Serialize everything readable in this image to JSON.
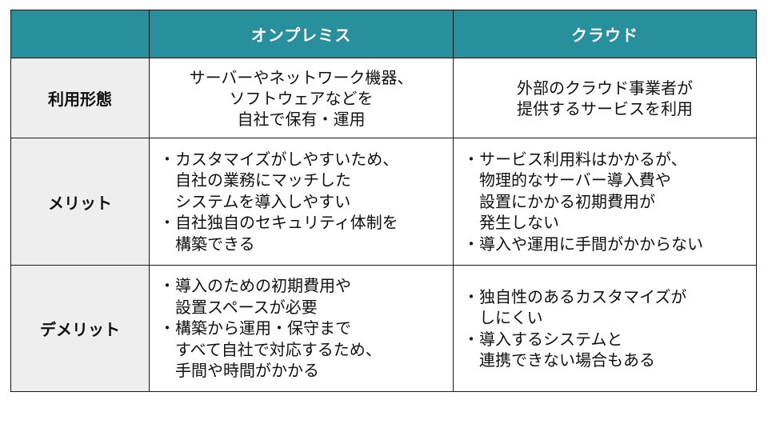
{
  "table": {
    "header": {
      "corner": "",
      "col1": "オンプレミス",
      "col2": "クラウド"
    },
    "colors": {
      "header_bg": "#27909c",
      "header_text": "#ffffff",
      "rowhead_bg": "#eeeeee",
      "border": "#1a1a1a"
    },
    "rows": [
      {
        "label": "利用形態",
        "onpremise": {
          "lines": [
            "サーバーやネットワーク機器、",
            "ソフトウェアなどを",
            "自社で保有・運用"
          ]
        },
        "cloud": {
          "lines": [
            "外部のクラウド事業者が",
            "提供するサービスを利用"
          ]
        }
      },
      {
        "label": "メリット",
        "onpremise": {
          "bullet": "・",
          "items": [
            {
              "lines": [
                "カスタマイズがしやすいため、",
                "自社の業務にマッチした",
                "システムを導入しやすい"
              ]
            },
            {
              "lines": [
                "自社独自のセキュリティ体制を",
                "構築できる"
              ]
            }
          ]
        },
        "cloud": {
          "bullet": "・",
          "items": [
            {
              "lines": [
                "サービス利用料はかかるが、",
                "物理的なサーバー導入費や",
                "設置にかかる初期費用が",
                "発生しない"
              ]
            },
            {
              "lines": [
                "導入や運用に手間がかからない"
              ]
            }
          ]
        }
      },
      {
        "label": "デメリット",
        "onpremise": {
          "bullet": "・",
          "items": [
            {
              "lines": [
                "導入のための初期費用や",
                "設置スペースが必要"
              ]
            },
            {
              "lines": [
                "構築から運用・保守まで",
                "すべて自社で対応するため、",
                "手間や時間がかかる"
              ]
            }
          ]
        },
        "cloud": {
          "bullet": "・",
          "items": [
            {
              "lines": [
                "独自性のあるカスタマイズが",
                "しにくい"
              ]
            },
            {
              "lines": [
                "導入するシステムと",
                "連携できない場合もある"
              ]
            }
          ]
        }
      }
    ]
  }
}
